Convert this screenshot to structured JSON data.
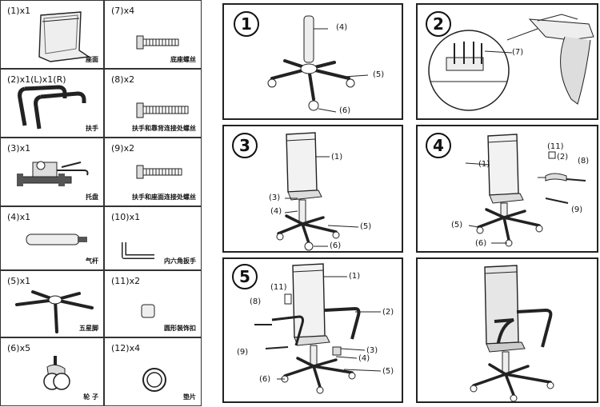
{
  "parts": [
    {
      "qty": "(1)x1",
      "name": "座面"
    },
    {
      "qty": "(7)x4",
      "name": "底座螺丝"
    },
    {
      "qty": "(2)x1(L)x1(R)",
      "name": "扶手"
    },
    {
      "qty": "(8)x2",
      "name": "扶手和靠背连接处螺丝"
    },
    {
      "qty": "(3)x1",
      "name": "托盘"
    },
    {
      "qty": "(9)x2",
      "name": "扶手和座面连接处螺丝"
    },
    {
      "qty": "(4)x1",
      "name": "气杆"
    },
    {
      "qty": "(10)x1",
      "name": "内六角扳手"
    },
    {
      "qty": "(5)x1",
      "name": "五星脚"
    },
    {
      "qty": "(11)x2",
      "name": "圆形装饰扣"
    },
    {
      "qty": "(6)x5",
      "name": "轮 子"
    },
    {
      "qty": "(12)x4",
      "name": "垫片"
    }
  ],
  "steps": {
    "s1": {
      "num": "1",
      "labels": {
        "l4": "(4)",
        "l5": "(5)",
        "l6": "(6)"
      }
    },
    "s2": {
      "num": "2",
      "labels": {
        "l7": "(7)"
      }
    },
    "s3": {
      "num": "3",
      "labels": {
        "l1": "(1)",
        "l3": "(3)",
        "l4": "(4)",
        "l5": "(5)",
        "l6": "(6)"
      }
    },
    "s4": {
      "num": "4",
      "labels": {
        "l11": "(11)",
        "l2": "(2)",
        "l8": "(8)",
        "l1": "(1)",
        "l9": "(9)",
        "l5": "(5)",
        "l6": "(6)"
      }
    },
    "s5": {
      "num": "5",
      "labels": {
        "l1": "(1)",
        "l11": "(11)",
        "l8": "(8)",
        "l2": "(2)",
        "l9": "(9)",
        "l3": "(3)",
        "l4": "(4)",
        "l6": "(6)",
        "l5": "(5)"
      }
    }
  }
}
